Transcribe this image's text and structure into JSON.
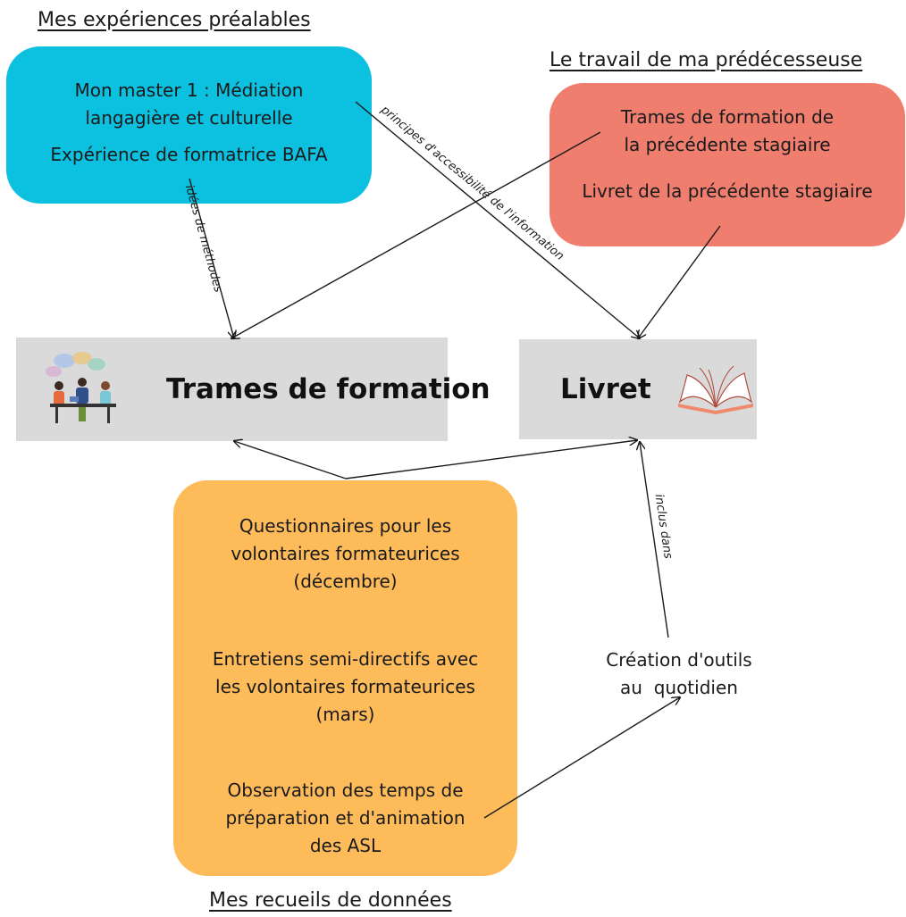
{
  "headings": {
    "experiences": "Mes expériences préalables",
    "predecessor": "Le travail de ma prédécesseuse",
    "data_collection": "Mes recueils de données"
  },
  "experiences_card": {
    "line1": "Mon master 1 : Médiation",
    "line2": "langagière et culturelle",
    "line3": "Expérience de formatrice BAFA",
    "color": "#0cc0df"
  },
  "predecessor_card": {
    "line1": "Trames de formation de",
    "line2": "la précédente stagiaire",
    "line3": "Livret de la précédente stagiaire",
    "color": "#f07e6e"
  },
  "training_box": {
    "title": "Trames de formation",
    "icon": "team-meeting-icon"
  },
  "booklet_box": {
    "title": "Livret",
    "icon": "open-book-icon"
  },
  "data_card": {
    "item1_line1": "Questionnaires pour les",
    "item1_line2": "volontaires formateurices",
    "item1_line3": "(décembre)",
    "item2_line1": "Entretiens semi-directifs avec",
    "item2_line2": "les volontaires formateurices",
    "item2_line3": "(mars)",
    "item3_line1": "Observation des temps de",
    "item3_line2": "préparation et d'animation",
    "item3_line3": "des ASL",
    "color": "#fdbb5a"
  },
  "tools": {
    "line1": "Création d'outils",
    "line2": "au  quotidien"
  },
  "arrow_labels": {
    "methods": "idées de méthodes",
    "accessibility": "principes d'accessibilité de l'information",
    "included": "inclus dans"
  }
}
